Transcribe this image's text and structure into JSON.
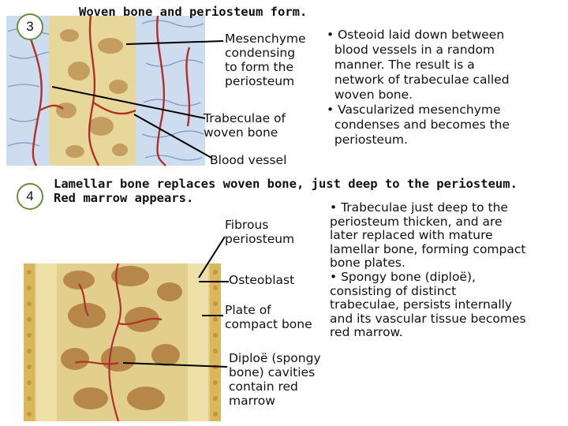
{
  "step3": {
    "number": "3",
    "title": "Woven bone and periosteum form.",
    "label_mesenchyme": "Mesenchyme\ncondensing\nto form the\nperiosteum",
    "label_trabeculae": "Trabeculae of\nwoven bone",
    "label_blood_vessel": "Blood vessel",
    "bullets": "• Osteoid laid down between\n  blood vessels in a random\n  manner. The result is a\n  network of trabeculae called\n  woven bone.\n• Vascularized mesenchyme\n  condenses and becomes the\n  periosteum."
  },
  "step4": {
    "number": "4",
    "title_line1": "Lamellar bone replaces woven bone, just deep to the periosteum.",
    "title_line2": "Red marrow appears.",
    "label_fibrous": "Fibrous\nperiosteum",
    "label_osteoblast": "Osteoblast",
    "label_plate": "Plate of\ncompact bone",
    "label_diploe": "Diploë (spongy\nbone) cavities\ncontain red\nmarrow",
    "bullets": "• Trabeculae just deep to the\nperiosteum thicken, and are\nlater replaced with mature\nlamellar bone, forming compact\nbone plates.\n• Spongy bone (diploë),\nconsisting of distinct\ntrabeculae, persists internally\nand its vascular tissue becomes\nred marrow."
  },
  "colors": {
    "bone": "#e8d79a",
    "bone_dark": "#c9b46a",
    "cavity": "#b88a4e",
    "vessel": "#b0302a",
    "mesenchyme": "#a9c4e0",
    "periosteum_fiber": "#4b6fa5",
    "badge_border": "#6a8f3a"
  }
}
